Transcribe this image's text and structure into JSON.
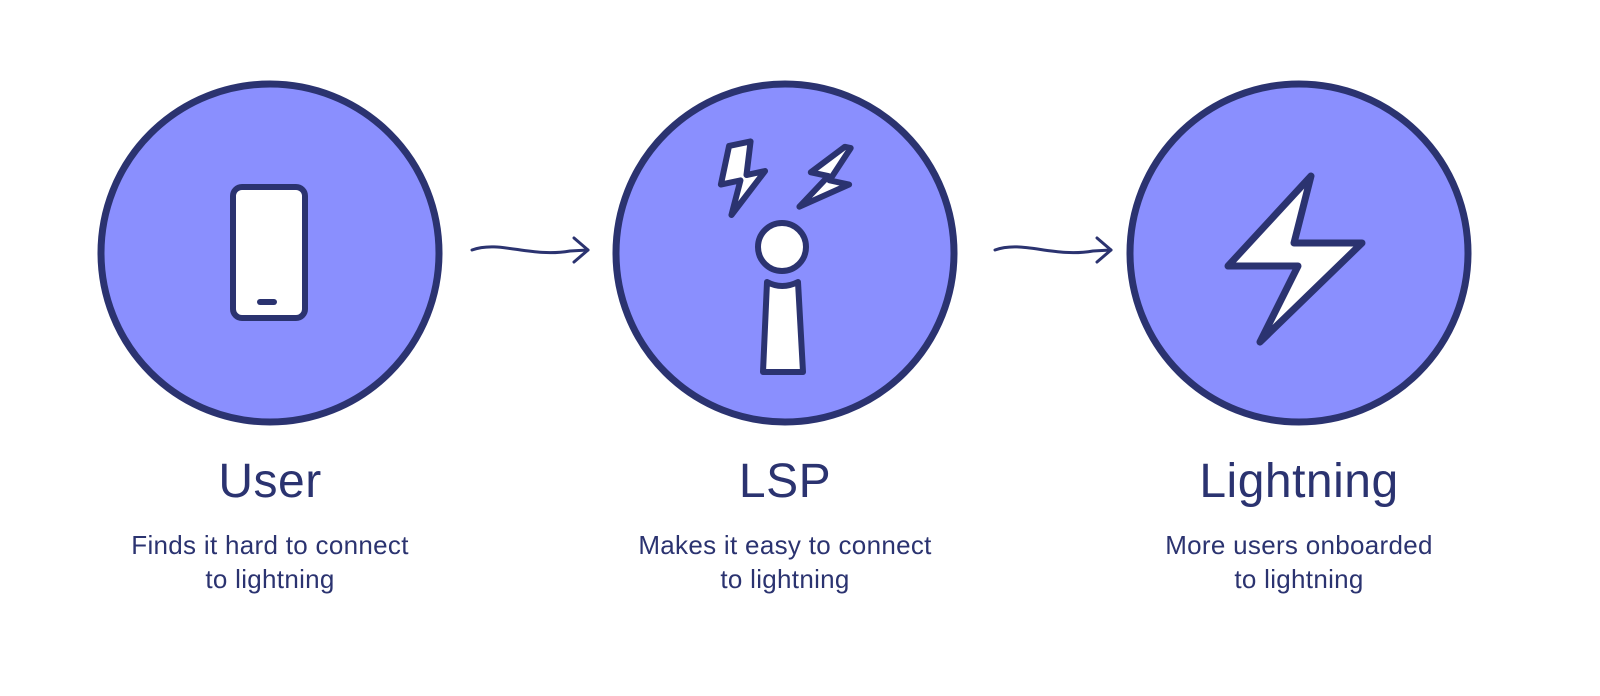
{
  "colors": {
    "circle_fill": "#8a8ffe",
    "stroke": "#2b3370",
    "icon_fill": "#ffffff",
    "text": "#2b3370"
  },
  "steps": [
    {
      "icon": "phone-icon",
      "title": "User",
      "description": "Finds it hard to connect\nto lightning"
    },
    {
      "icon": "lsp-tower-icon",
      "title": "LSP",
      "description": "Makes it easy to connect\nto lightning"
    },
    {
      "icon": "lightning-bolt-icon",
      "title": "Lightning",
      "description": "More users onboarded\nto lightning"
    }
  ],
  "connectors": [
    {
      "icon": "arrow-right-icon",
      "from": "User",
      "to": "LSP"
    },
    {
      "icon": "arrow-right-icon",
      "from": "LSP",
      "to": "Lightning"
    }
  ]
}
